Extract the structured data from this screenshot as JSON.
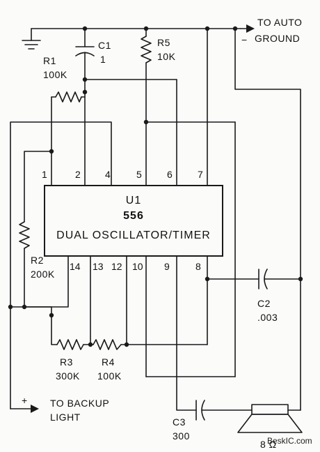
{
  "ic": {
    "ref": "U1",
    "part": "556",
    "desc": "DUAL OSCILLATOR/TIMER",
    "pins_top": [
      "1",
      "2",
      "4",
      "5",
      "6",
      "7"
    ],
    "pins_bottom": [
      "14",
      "13",
      "12",
      "10",
      "9",
      "8"
    ]
  },
  "components": {
    "c1": {
      "ref": "C1",
      "value": "1"
    },
    "r5": {
      "ref": "R5",
      "value": "10K"
    },
    "r1": {
      "ref": "R1",
      "value": "100K"
    },
    "r2": {
      "ref": "R2",
      "value": "200K"
    },
    "r3": {
      "ref": "R3",
      "value": "300K"
    },
    "r4": {
      "ref": "R4",
      "value": "100K"
    },
    "c2": {
      "ref": "C2",
      "value": ".003"
    },
    "c3": {
      "ref": "C3",
      "value": "300"
    },
    "speaker": {
      "value": "8 Ω"
    }
  },
  "connections": {
    "auto_ground_line1": "TO AUTO",
    "auto_ground_sign": "−",
    "auto_ground_line2": "GROUND",
    "backup_sign": "+",
    "backup_line1": "TO BACKUP",
    "backup_line2": "LIGHT"
  },
  "watermark": "BeskIC.com"
}
